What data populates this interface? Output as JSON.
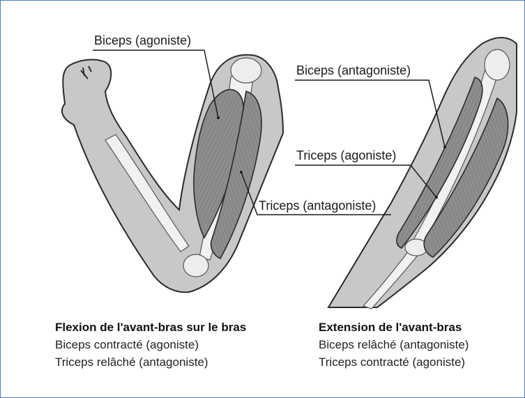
{
  "labels": {
    "biceps_agoniste": "Biceps (agoniste)",
    "triceps_antagoniste": "Triceps (antagoniste)",
    "biceps_antagoniste": "Biceps (antagoniste)",
    "triceps_agoniste": "Triceps (agoniste)"
  },
  "flexion": {
    "title": "Flexion de l'avant-bras sur le bras",
    "line1": "Biceps contracté (agoniste)",
    "line2": "Triceps relâché (antagoniste)"
  },
  "extension": {
    "title": "Extension de l'avant-bras",
    "line1": "Biceps relâché (antagoniste)",
    "line2": "Triceps contracté (agoniste)"
  },
  "colors": {
    "frame": "#4a7ec4",
    "skin": "#c8c8c8",
    "muscle": "#8e8e8e",
    "bone": "#f1f1f1",
    "outline": "#2a2a2a"
  }
}
